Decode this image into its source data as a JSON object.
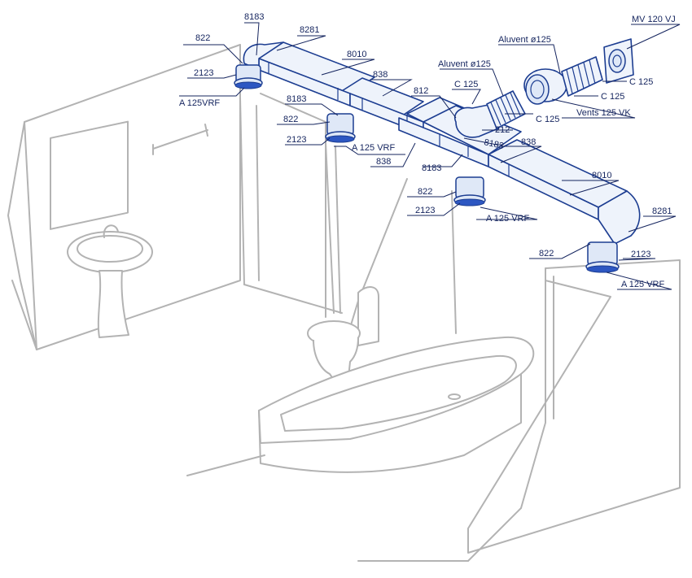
{
  "labels": {
    "l_8183_top": "8183",
    "l_822_top": "822",
    "l_8281_top": "8281",
    "l_8010_top": "8010",
    "l_2123_a": "2123",
    "l_a125_a": "A 125VRF",
    "l_838_top": "838",
    "l_8183_mid": "8183",
    "l_822_b": "822",
    "l_2123_b": "2123",
    "l_a125_b": "A 125 VRF",
    "l_838_mid": "838",
    "l_812": "812",
    "l_c125_a": "C 125",
    "l_aluvent_a": "Aluvent ø125",
    "l_aluvent_b": "Aluvent ø125",
    "l_mv120": "MV 120 VJ",
    "l_c125_b": "C 125",
    "l_c125_c": "C 125",
    "l_c125_d": "C 125",
    "l_vents": "Vents 125 VK",
    "l_212": "212",
    "l_8183_c": "8183",
    "l_838_c": "838",
    "l_8183_d": "8183",
    "l_8010_b": "8010",
    "l_822_c": "822",
    "l_2123_c": "2123",
    "l_a125_c": "A 125 VRF",
    "l_8281_b": "8281",
    "l_822_d": "822",
    "l_2123_d": "2123",
    "l_a125_d": "A 125 VRF"
  },
  "colors": {
    "duct_stroke": "#1c3d91",
    "label_text": "#14245e",
    "room_line": "#b3b3b3"
  }
}
